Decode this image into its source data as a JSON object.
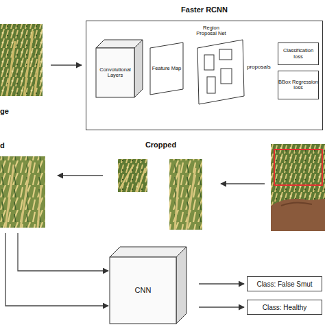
{
  "diagram": {
    "nodes": [
      {
        "text": [
          "ge"
        ]
      },
      {
        "text": [
          "Faster RCNN"
        ]
      },
      {
        "text": [
          "Convolutional Layers"
        ],
        "in": 1
      },
      {
        "text": [
          "Feature Map"
        ],
        "in": 1
      },
      {
        "text": [
          "Region Proposal Net"
        ],
        "in": 1
      },
      {
        "text": [
          "Classification loss"
        ],
        "in": 1
      },
      {
        "text": [
          "BBox Regression loss"
        ],
        "in": 1
      },
      {
        "text": [
          "Cropped"
        ]
      },
      {
        "text": [
          "d"
        ]
      },
      {
        "text": [
          "CNN"
        ]
      },
      {
        "text": [
          "Class: False Smut"
        ]
      },
      {
        "text": [
          "Class: Healthy"
        ]
      }
    ],
    "edges": [
      {
        "from": 0,
        "to": 1,
        "arrow": "to"
      },
      {
        "from": 2,
        "to": 3,
        "arrow": "to"
      },
      {
        "from": 3,
        "to": 4,
        "arrow": "to"
      },
      {
        "from": 4,
        "to": 5,
        "arrow": "to"
      },
      {
        "from": 4,
        "to": 6,
        "arrow": "to"
      },
      {
        "from": 7,
        "to": 8,
        "arrow": "to"
      },
      {
        "from": 8,
        "to": 9,
        "arrow": "to"
      },
      {
        "from": 8,
        "to": 9,
        "arrow": "to"
      },
      {
        "from": 9,
        "to": 10,
        "arrow": "to"
      },
      {
        "from": 9,
        "to": 11,
        "arrow": "to"
      }
    ],
    "labels": [
      "proposals"
    ]
  }
}
